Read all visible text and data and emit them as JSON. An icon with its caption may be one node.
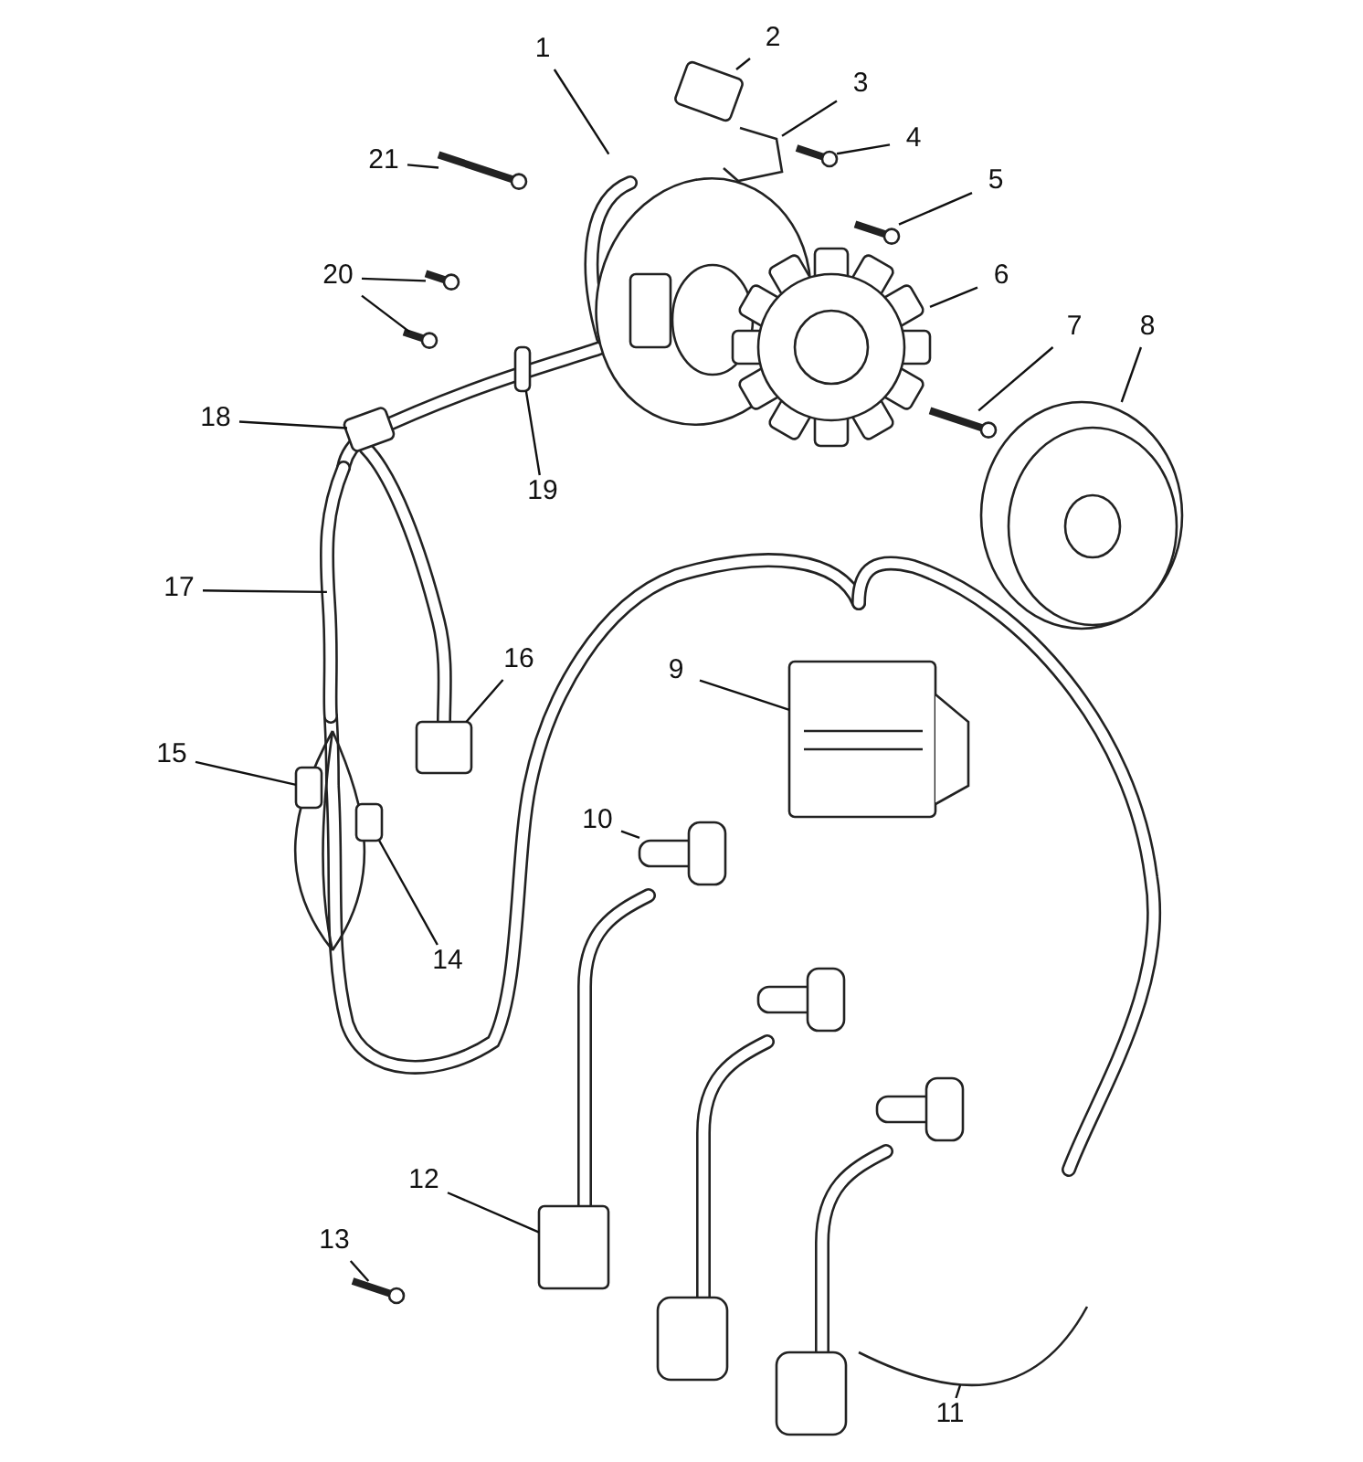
{
  "diagram": {
    "nodes": [
      {
        "text": [
          "1"
        ]
      },
      {
        "text": [
          "2"
        ]
      },
      {
        "text": [
          "3"
        ]
      },
      {
        "text": [
          "4"
        ]
      },
      {
        "text": [
          "5"
        ]
      },
      {
        "text": [
          "21"
        ]
      },
      {
        "text": [
          "20"
        ]
      },
      {
        "text": [
          "6"
        ]
      },
      {
        "text": [
          "18"
        ]
      },
      {
        "text": [
          "7"
        ]
      },
      {
        "text": [
          "8"
        ]
      },
      {
        "text": [
          "19"
        ]
      },
      {
        "text": [
          "17"
        ]
      },
      {
        "text": [
          "16"
        ]
      },
      {
        "text": [
          "9"
        ]
      },
      {
        "text": [
          "15"
        ]
      },
      {
        "text": [
          "10"
        ]
      },
      {
        "text": [
          "14"
        ]
      },
      {
        "text": [
          "12"
        ]
      },
      {
        "text": [
          "13"
        ]
      },
      {
        "text": [
          "11"
        ]
      },
      {
        "text": [],
        "shape": "picture"
      },
      {
        "text": [],
        "shape": "box"
      },
      {
        "text": [],
        "shape": "picture"
      },
      {
        "text": [],
        "shape": "picture"
      },
      {
        "text": [],
        "shape": "picture"
      },
      {
        "text": [],
        "shape": "picture"
      },
      {
        "text": [],
        "shape": "picture"
      },
      {
        "text": [],
        "shape": "picture"
      },
      {
        "text": [],
        "shape": "picture"
      },
      {
        "text": [],
        "shape": "box"
      },
      {
        "text": [],
        "shape": "picture"
      },
      {
        "text": [],
        "shape": "picture"
      },
      {
        "text": [],
        "shape": "box"
      },
      {
        "text": [],
        "shape": "picture"
      },
      {
        "text": [],
        "shape": "box"
      },
      {
        "text": [],
        "shape": "picture"
      },
      {
        "text": [],
        "shape": "box"
      },
      {
        "text": [],
        "shape": "picture"
      },
      {
        "text": [],
        "shape": "box"
      },
      {
        "text": [],
        "shape": "box"
      },
      {
        "text": [],
        "shape": "picture"
      },
      {
        "text": [],
        "shape": "picture"
      }
    ],
    "edges": [
      {
        "from": 0,
        "to": 21,
        "arrow": "none"
      },
      {
        "from": 1,
        "to": 22,
        "arrow": "none"
      },
      {
        "from": 2,
        "to": 23,
        "arrow": "none"
      },
      {
        "from": 3,
        "to": 24,
        "arrow": "none"
      },
      {
        "from": 4,
        "to": 25,
        "arrow": "none"
      },
      {
        "from": 5,
        "to": 26,
        "arrow": "none"
      },
      {
        "from": 6,
        "to": 27,
        "arrow": "none"
      },
      {
        "from": 6,
        "to": 28,
        "arrow": "none"
      },
      {
        "from": 7,
        "to": 29,
        "arrow": "none"
      },
      {
        "from": 8,
        "to": 30,
        "arrow": "none"
      },
      {
        "from": 9,
        "to": 31,
        "arrow": "none"
      },
      {
        "from": 10,
        "to": 32,
        "arrow": "none"
      },
      {
        "from": 11,
        "to": 33,
        "arrow": "none"
      },
      {
        "from": 12,
        "to": 34,
        "arrow": "none"
      },
      {
        "from": 13,
        "to": 35,
        "arrow": "none"
      },
      {
        "from": 14,
        "to": 36,
        "arrow": "none"
      },
      {
        "from": 15,
        "to": 37,
        "arrow": "none"
      },
      {
        "from": 16,
        "to": 38,
        "arrow": "none"
      },
      {
        "from": 17,
        "to": 39,
        "arrow": "none"
      },
      {
        "from": 18,
        "to": 40,
        "arrow": "none"
      },
      {
        "from": 19,
        "to": 41,
        "arrow": "none"
      },
      {
        "from": 20,
        "to": 42,
        "arrow": "none"
      }
    ]
  }
}
